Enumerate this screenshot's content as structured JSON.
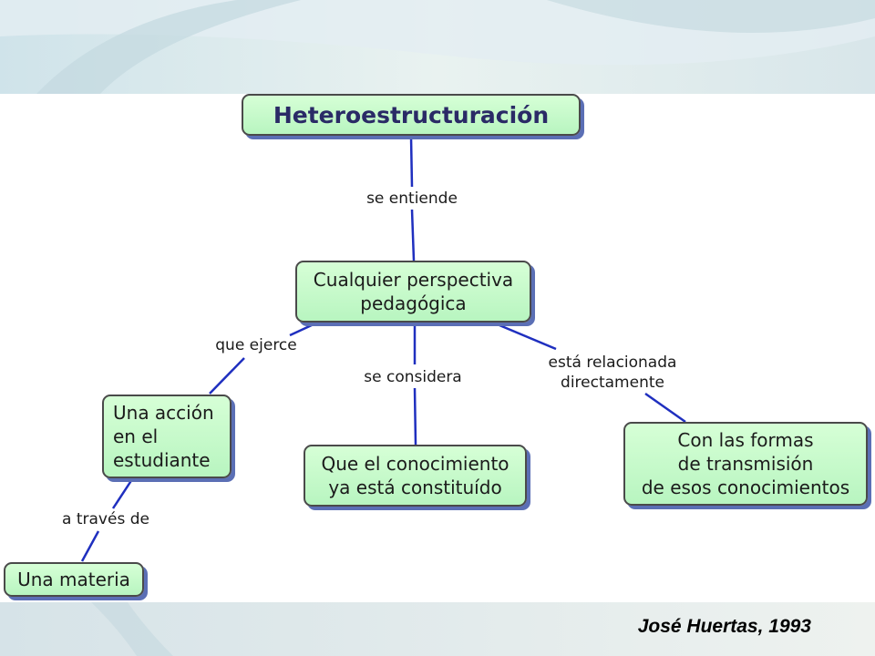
{
  "diagram": {
    "nodes": {
      "title": "Heteroestructuración",
      "perspectiva": "Cualquier perspectiva\npedagógica",
      "accion": "Una acción\nen el\nestudiante",
      "conocimiento": "Que el conocimiento\nya está constituído",
      "formas": "Con las formas\nde transmisión\nde esos conocimientos",
      "materia": "Una materia"
    },
    "links": {
      "entiende": "se entiende",
      "ejerce": "que ejerce",
      "considera": "se considera",
      "relacionada": "está relacionada\ndirectamente",
      "traves": "a través de"
    }
  },
  "footer": {
    "author": "José Huertas, 1993"
  },
  "colors": {
    "node_fill": "#c4f7c8",
    "node_border": "#4a4a4a",
    "node_shadow": "#5b6fb5",
    "connector": "#1f2fbf",
    "title_text": "#2a2a66"
  }
}
